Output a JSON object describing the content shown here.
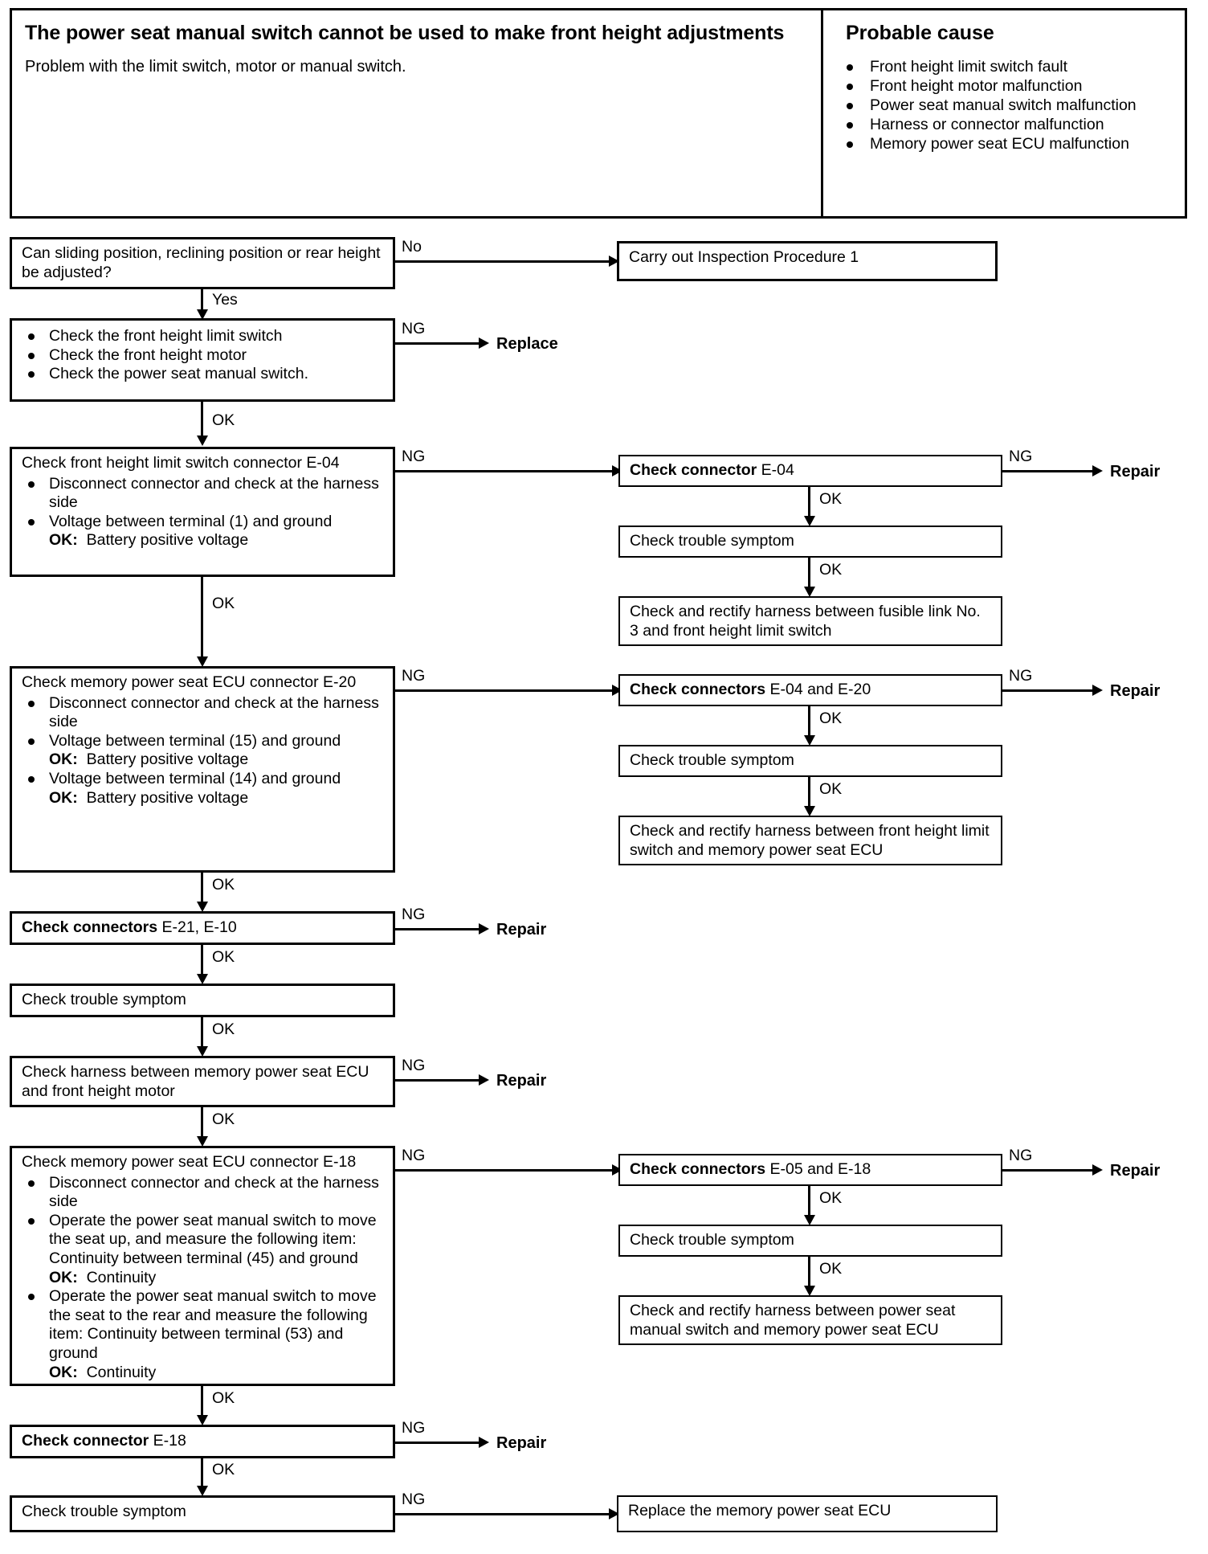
{
  "header": {
    "symptom_title": "The power seat manual switch cannot be used to make front height adjustments",
    "symptom_description": "Problem with the limit switch, motor or manual switch.",
    "probable_cause_title": "Probable cause",
    "probable_causes": [
      "Front height limit switch fault",
      "Front height motor malfunction",
      "Power seat manual switch malfunction",
      "Harness or connector malfunction",
      "Memory power seat ECU malfunction"
    ]
  },
  "labels": {
    "no": "No",
    "yes": "Yes",
    "ng": "NG",
    "ok": "OK",
    "replace": "Replace",
    "repair": "Repair"
  },
  "flow": {
    "q1": "Can sliding position, reclining  position or rear height be adjusted?",
    "carry_out": "Carry  out  Inspection  Procedure  1",
    "step2_items": [
      "Check the front height limit switch",
      "Check the front height motor",
      "Check the power seat manual switch."
    ],
    "step3": {
      "title": "Check  front height  limit switch connector E-04",
      "items": [
        "Disconnect connector and check at the harness side",
        "Voltage between terminal (1) and ground"
      ],
      "ok_label": "OK:",
      "ok_value": "Battery positive voltage"
    },
    "branch_e04": {
      "b1_bold": "Check connector",
      "b1_rest": " E-04",
      "b2": "Check trouble symptom",
      "b3": "Check and rectify harness between fusible link No. 3 and front height limit switch"
    },
    "step4": {
      "title": "Check memory power seat ECU connector E-20",
      "item1": "Disconnect connector and check at the harness side",
      "item2": "Voltage between terminal (15) and ground",
      "item2_ok_label": "OK:",
      "item2_ok_value": "Battery positive voltage",
      "item3": "Voltage between terminal (14) and ground",
      "item3_ok_label": "OK:",
      "item3_ok_value": "Battery positive voltage"
    },
    "branch_e04_e20": {
      "b1_bold": "Check connectors",
      "b1_rest": " E-04 and E-20",
      "b2": "Check trouble symptom",
      "b3": "Check and rectify harness between front height limit switch and memory power seat ECU"
    },
    "step5_bold": "Check connectors",
    "step5_rest": " E-21, E-10",
    "step6": "Check trouble symptom",
    "step7": "Check harness between memory power seat ECU and front height motor",
    "step8": {
      "title": "Check memory power seat ECU connector E-18",
      "item1": "Disconnect connector and check at the harness side",
      "item2": "Operate the power seat manual switch to move the seat up, and measure the following item: Continuity between terminal (45) and ground",
      "item2_ok_label": "OK:",
      "item2_ok_value": "Continuity",
      "item3": "Operate the power seat manual switch to move the seat to the  rear and measure the following item: Continuity between terminal (53) and ground",
      "item3_ok_label": "OK:",
      "item3_ok_value": "Continuity"
    },
    "branch_e05_e18": {
      "b1_bold": "Check connectors",
      "b1_rest": " E-05 and E-18",
      "b2": "Check trouble symptom",
      "b3": "Check and rectify harness between power seat manual switch and memory power seat ECU"
    },
    "step9_bold": "Check connector",
    "step9_rest": " E-18",
    "step10": "Check trouble symptom",
    "final": "Replace the memory power seat ECU"
  }
}
